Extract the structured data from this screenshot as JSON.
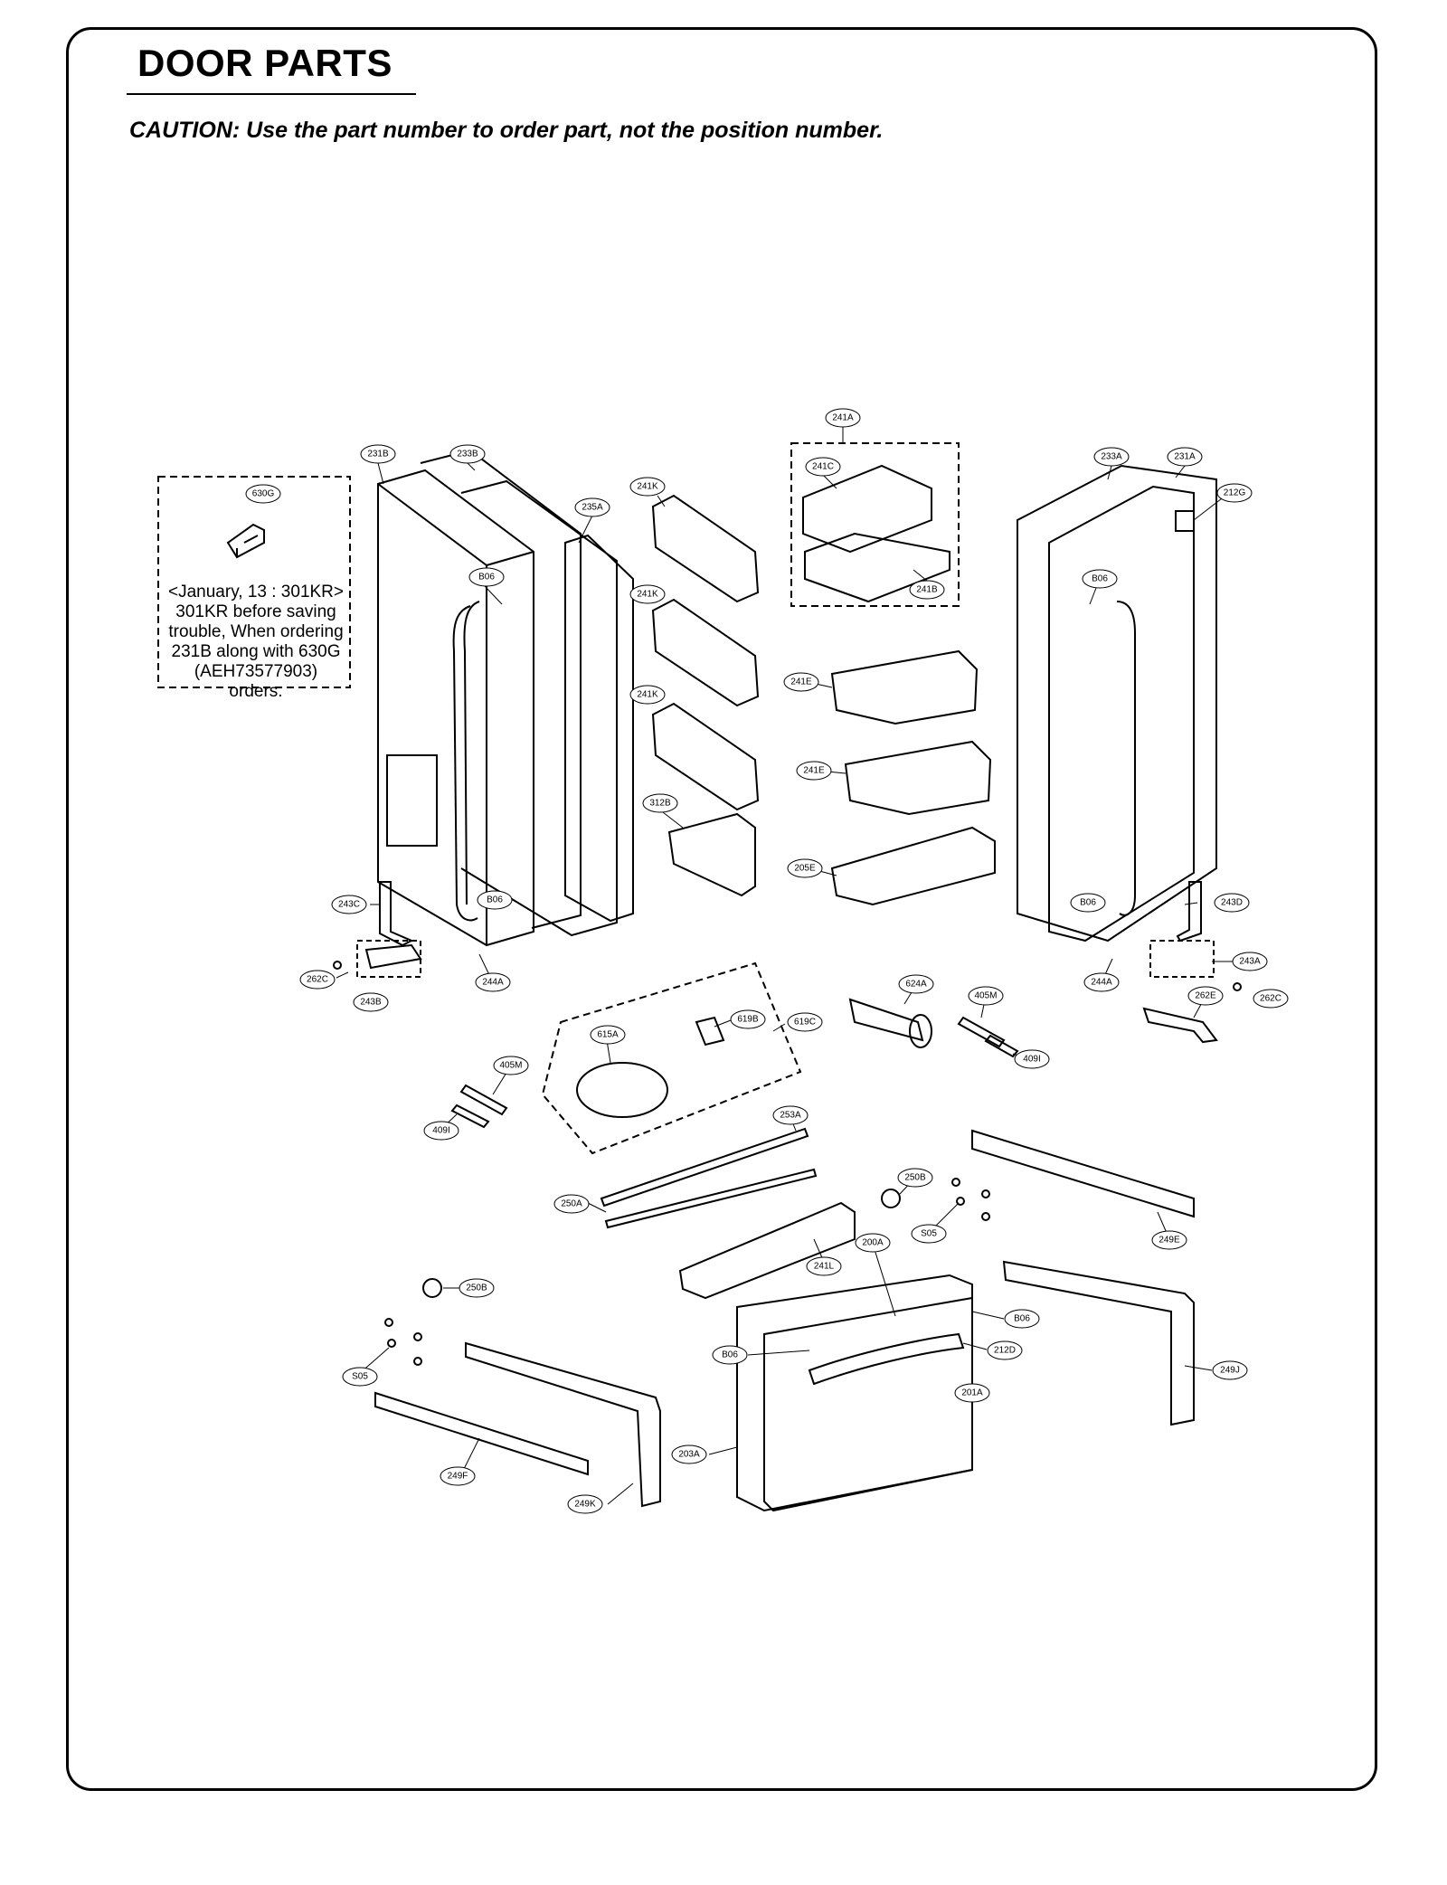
{
  "header": {
    "title": "DOOR PARTS",
    "caution": "CAUTION: Use the part number to order part, not the position number."
  },
  "note": {
    "lines": [
      "<January, 13 : 301KR>",
      "301KR before saving",
      "trouble, When ordering",
      "231B along with 630G",
      "(AEH73577903) orders."
    ]
  },
  "callouts": [
    {
      "id": "c-241A",
      "label": "241A"
    },
    {
      "id": "c-231B",
      "label": "231B"
    },
    {
      "id": "c-233B",
      "label": "233B"
    },
    {
      "id": "c-233A",
      "label": "233A"
    },
    {
      "id": "c-231A",
      "label": "231A"
    },
    {
      "id": "c-630G",
      "label": "630G"
    },
    {
      "id": "c-241C",
      "label": "241C"
    },
    {
      "id": "c-241K-1",
      "label": "241K"
    },
    {
      "id": "c-235A",
      "label": "235A"
    },
    {
      "id": "c-212G",
      "label": "212G"
    },
    {
      "id": "c-B06-1",
      "label": "B06"
    },
    {
      "id": "c-241B",
      "label": "241B"
    },
    {
      "id": "c-241K-2",
      "label": "241K"
    },
    {
      "id": "c-B06-2",
      "label": "B06"
    },
    {
      "id": "c-241E-1",
      "label": "241E"
    },
    {
      "id": "c-241K-3",
      "label": "241K"
    },
    {
      "id": "c-241E-2",
      "label": "241E"
    },
    {
      "id": "c-312B",
      "label": "312B"
    },
    {
      "id": "c-205E",
      "label": "205E"
    },
    {
      "id": "c-243C",
      "label": "243C"
    },
    {
      "id": "c-B06-3",
      "label": "B06"
    },
    {
      "id": "c-B06-4",
      "label": "B06"
    },
    {
      "id": "c-243D",
      "label": "243D"
    },
    {
      "id": "c-243A",
      "label": "243A"
    },
    {
      "id": "c-262C-1",
      "label": "262C"
    },
    {
      "id": "c-244A-1",
      "label": "244A"
    },
    {
      "id": "c-243B",
      "label": "243B"
    },
    {
      "id": "c-624A",
      "label": "624A"
    },
    {
      "id": "c-405M-1",
      "label": "405M"
    },
    {
      "id": "c-244A-2",
      "label": "244A"
    },
    {
      "id": "c-262E",
      "label": "262E"
    },
    {
      "id": "c-262C-2",
      "label": "262C"
    },
    {
      "id": "c-619B",
      "label": "619B"
    },
    {
      "id": "c-619C",
      "label": "619C"
    },
    {
      "id": "c-615A",
      "label": "615A"
    },
    {
      "id": "c-409I-1",
      "label": "409I"
    },
    {
      "id": "c-405M-2",
      "label": "405M"
    },
    {
      "id": "c-409I-2",
      "label": "409I"
    },
    {
      "id": "c-253A",
      "label": "253A"
    },
    {
      "id": "c-250B-1",
      "label": "250B"
    },
    {
      "id": "c-250A",
      "label": "250A"
    },
    {
      "id": "c-S05-1",
      "label": "S05"
    },
    {
      "id": "c-249E",
      "label": "249E"
    },
    {
      "id": "c-241L",
      "label": "241L"
    },
    {
      "id": "c-200A",
      "label": "200A"
    },
    {
      "id": "c-250B-2",
      "label": "250B"
    },
    {
      "id": "c-B06-5",
      "label": "B06"
    },
    {
      "id": "c-B06-6",
      "label": "B06"
    },
    {
      "id": "c-212D",
      "label": "212D"
    },
    {
      "id": "c-249J",
      "label": "249J"
    },
    {
      "id": "c-S05-2",
      "label": "S05"
    },
    {
      "id": "c-201A",
      "label": "201A"
    },
    {
      "id": "c-203A",
      "label": "203A"
    },
    {
      "id": "c-249F",
      "label": "249F"
    },
    {
      "id": "c-249K",
      "label": "249K"
    }
  ]
}
